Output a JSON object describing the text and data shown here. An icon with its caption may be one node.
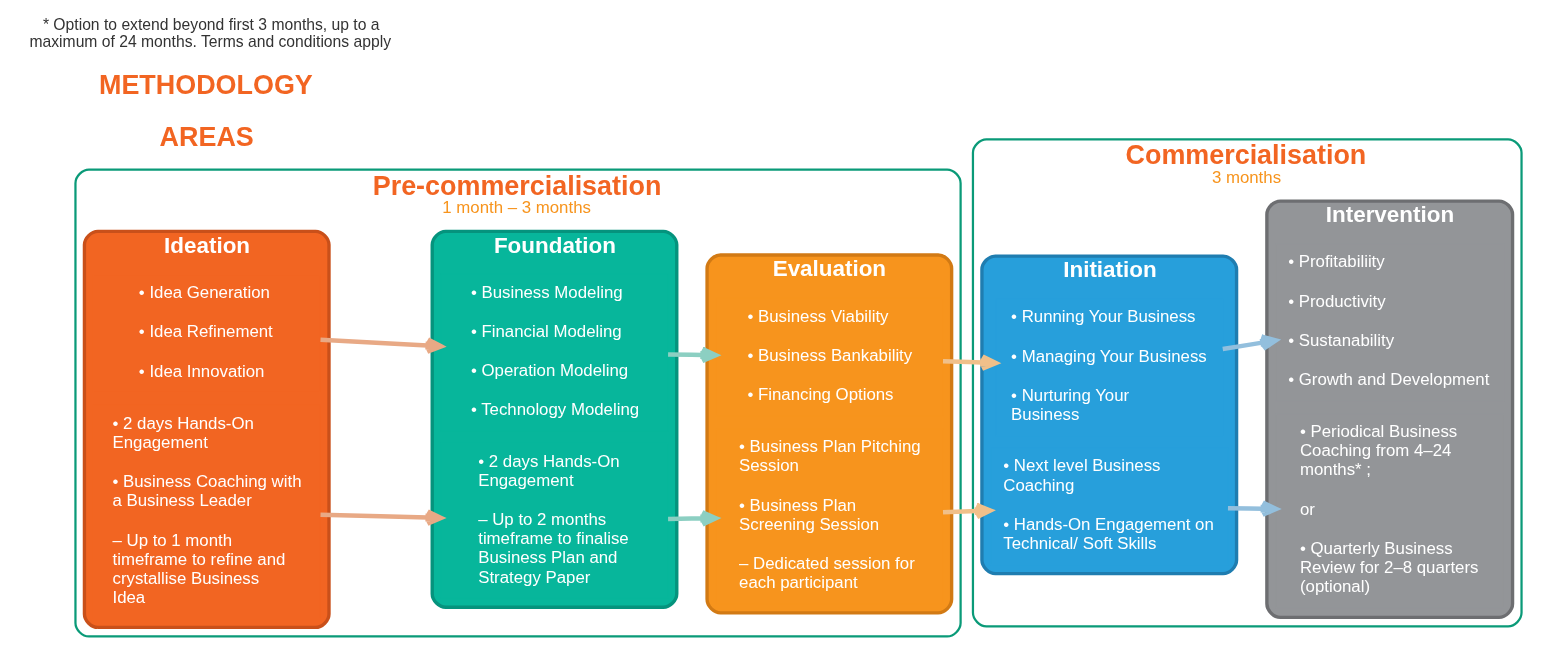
{
  "diagram": {
    "nodes": [
      {
        "text": [
          "Pre-commercialisation",
          "1 month – 3 months"
        ]
      },
      {
        "text": [
          "Ideation"
        ],
        "in": 0
      },
      {
        "text": [
          "• Idea Generation",
          "• Idea Refinement",
          "• Idea Innovation"
        ],
        "in": 1
      },
      {
        "text": [
          "• 2 days Hands-On Engagement",
          "• Business Coaching with a Business Leader",
          "– Up to 1 month timeframe to refine and crystallise Business Idea"
        ],
        "in": 1
      },
      {
        "text": [
          "Foundation"
        ],
        "in": 0
      },
      {
        "text": [
          "• Business Modeling",
          "• Financial Modeling",
          "• Operation Modeling",
          "• Technology Modeling"
        ],
        "in": 4
      },
      {
        "text": [
          "• 2 days Hands-On Engagement",
          "– Up to 2 months timeframe to finalise Business Plan and Strategy Paper"
        ],
        "in": 4
      },
      {
        "text": [
          "Evaluation"
        ],
        "in": 0
      },
      {
        "text": [
          "• Business Viability",
          "• Business Bankability",
          "• Financing Options"
        ],
        "in": 7
      },
      {
        "text": [
          "• Business Plan Pitching Session",
          "• Business Plan Screening Session",
          "– Dedicated session for each participant"
        ],
        "in": 7
      },
      {
        "text": [
          "Commercialisation",
          "3 months"
        ]
      },
      {
        "text": [
          "Initiation"
        ],
        "in": 10
      },
      {
        "text": [
          "• Running Your Business",
          "• Managing Your Business",
          "• Nurturing Your Business"
        ],
        "in": 11
      },
      {
        "text": [
          "• Next level Business Coaching",
          "• Hands-On Engagement on Technical/ Soft Skills"
        ],
        "in": 11
      },
      {
        "text": [
          "Intervention"
        ],
        "in": 10
      },
      {
        "text": [
          "• Profitabiliity",
          "• Productivity",
          "• Sustanability",
          "• Growth and Development"
        ],
        "in": 14
      },
      {
        "text": [
          "• Periodical Business Coaching from 4–24 months* ;",
          "or",
          "• Quarterly Business Review for 2–8 quarters (optional)"
        ],
        "in": 14
      }
    ],
    "edges": [
      {
        "from": 2,
        "to": 5,
        "arrow": "to",
        "color": "#e8a985"
      },
      {
        "from": 3,
        "to": 6,
        "arrow": "to",
        "color": "#e8a985"
      },
      {
        "from": 5,
        "to": 8,
        "arrow": "to",
        "color": "#8ccfc2"
      },
      {
        "from": 6,
        "to": 9,
        "arrow": "to",
        "color": "#8ccfc2"
      },
      {
        "from": 8,
        "to": 12,
        "arrow": "to",
        "color": "#f0c08a"
      },
      {
        "from": 9,
        "to": 13,
        "arrow": "to",
        "color": "#f0c08a"
      },
      {
        "from": 12,
        "to": 15,
        "arrow": "to",
        "color": "#93bfdd"
      },
      {
        "from": 13,
        "to": 16,
        "arrow": "to",
        "color": "#93bfdd"
      }
    ],
    "labels": [
      "AREAS",
      "METHODOLOGY",
      "* Option to extend beyond first 3 months, up to a maximum of 24 months. Terms and conditions apply"
    ]
  }
}
